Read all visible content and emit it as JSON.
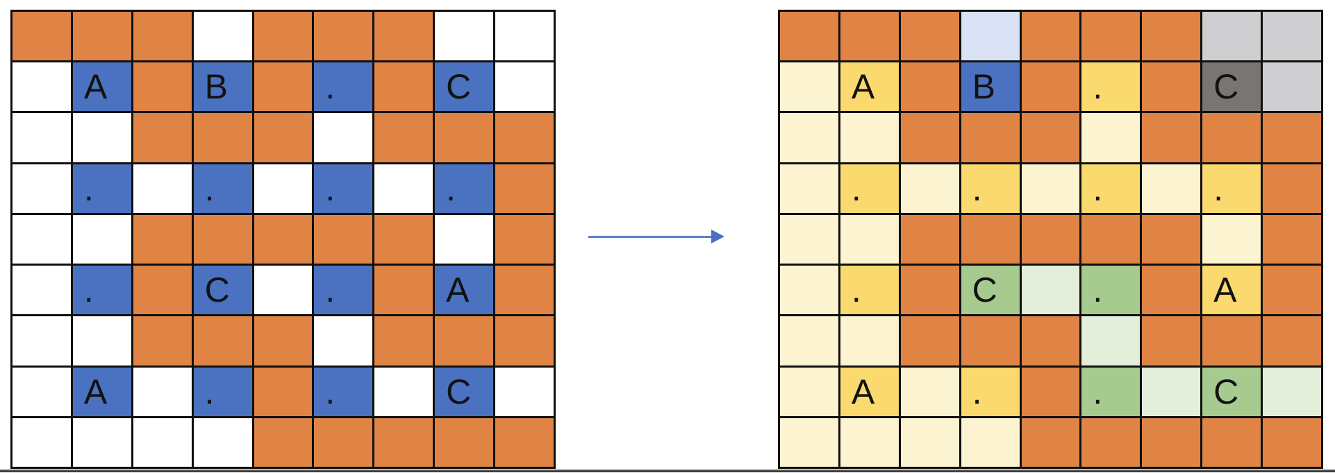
{
  "palette": {
    "O": "#df8445",
    "W": "#ffffff",
    "B": "#4a72c1",
    "LB": "#d9e2f4",
    "CR": "#fcf3d0",
    "Y": "#fad96e",
    "GY": "#cfcfd1",
    "DG": "#787572",
    "G": "#a7cb8f",
    "LG": "#e3efdb"
  },
  "palette_legend": {
    "O": "orange",
    "W": "white",
    "B": "blue",
    "LB": "light-blue",
    "CR": "cream",
    "Y": "yellow",
    "GY": "light-gray",
    "DG": "dark-gray",
    "G": "green",
    "LG": "light-green"
  },
  "arrow": {
    "color": "#5e7ec9"
  },
  "left_grid": {
    "rows": [
      [
        "O",
        "O",
        "O",
        "W",
        "O",
        "O",
        "O",
        "W",
        "W"
      ],
      [
        "W",
        "B:A",
        "O",
        "B:B",
        "O",
        "B:.",
        "O",
        "B:C",
        "W"
      ],
      [
        "W",
        "W",
        "O",
        "O",
        "O",
        "W",
        "O",
        "O",
        "O"
      ],
      [
        "W",
        "B:.",
        "W",
        "B:.",
        "W",
        "B:.",
        "W",
        "B:.",
        "O"
      ],
      [
        "W",
        "W",
        "O",
        "O",
        "O",
        "O",
        "O",
        "W",
        "O"
      ],
      [
        "W",
        "B:.",
        "O",
        "B:C",
        "W",
        "B:.",
        "O",
        "B:A",
        "O"
      ],
      [
        "W",
        "W",
        "O",
        "O",
        "O",
        "W",
        "O",
        "O",
        "O"
      ],
      [
        "W",
        "B:A",
        "W",
        "B:.",
        "O",
        "B:.",
        "W",
        "B:C",
        "W"
      ],
      [
        "W",
        "W",
        "W",
        "W",
        "O",
        "O",
        "O",
        "O",
        "O"
      ]
    ]
  },
  "right_grid": {
    "rows": [
      [
        "O",
        "O",
        "O",
        "LB",
        "O",
        "O",
        "O",
        "GY",
        "GY"
      ],
      [
        "CR",
        "Y:A",
        "O",
        "B:B",
        "O",
        "Y:.",
        "O",
        "DG:C",
        "GY"
      ],
      [
        "CR",
        "CR",
        "O",
        "O",
        "O",
        "CR",
        "O",
        "O",
        "O"
      ],
      [
        "CR",
        "Y:.",
        "CR",
        "Y:.",
        "CR",
        "Y:.",
        "CR",
        "Y:.",
        "O"
      ],
      [
        "CR",
        "CR",
        "O",
        "O",
        "O",
        "O",
        "O",
        "CR",
        "O"
      ],
      [
        "CR",
        "Y:.",
        "O",
        "G:C",
        "LG",
        "G:.",
        "O",
        "Y:A",
        "O"
      ],
      [
        "CR",
        "CR",
        "O",
        "O",
        "O",
        "LG",
        "O",
        "O",
        "O"
      ],
      [
        "CR",
        "Y:A",
        "CR",
        "Y:.",
        "O",
        "G:.",
        "LG",
        "G:C",
        "LG"
      ],
      [
        "CR",
        "CR",
        "CR",
        "CR",
        "O",
        "O",
        "O",
        "O",
        "O"
      ]
    ]
  }
}
